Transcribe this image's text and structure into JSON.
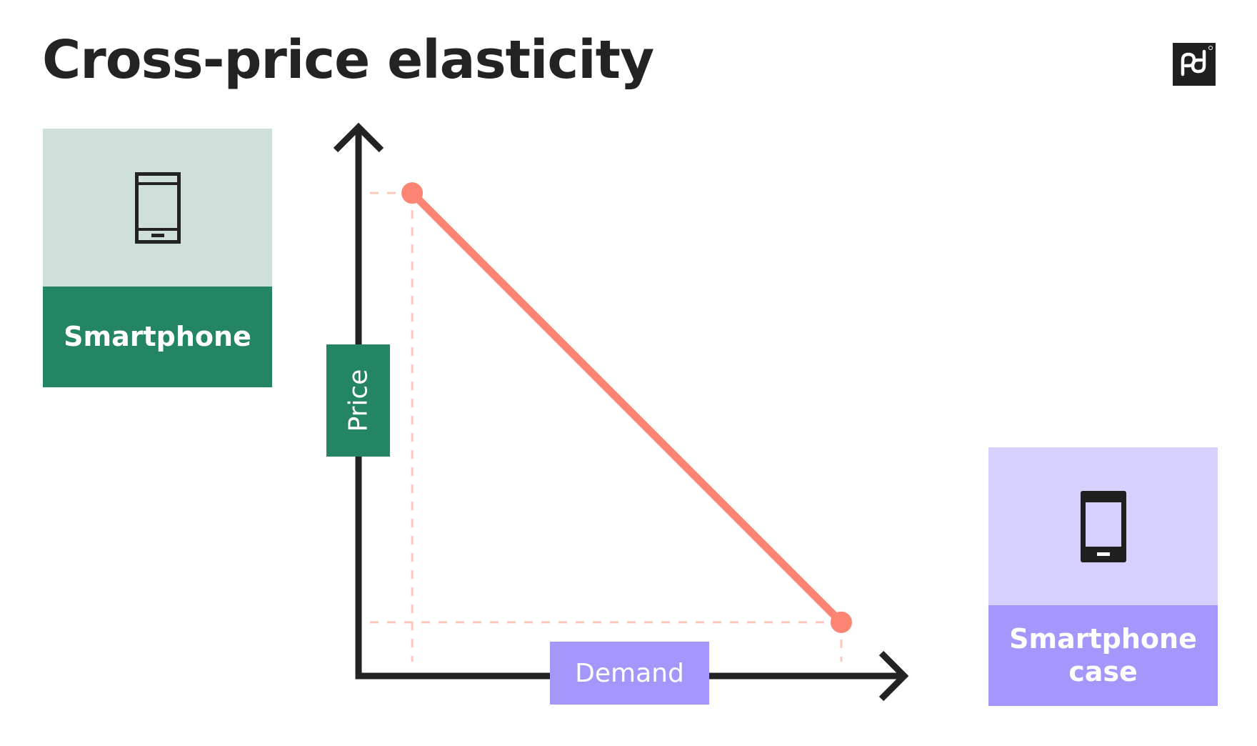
{
  "title": "Cross-price elasticity",
  "logo": {
    "icon": "pd-logo",
    "color": "#1f1f1f"
  },
  "cards": [
    {
      "label": "Smartphone",
      "icon": "smartphone-outline-icon",
      "top_color": "#cfe0da",
      "bottom_color": "#238564"
    },
    {
      "label": "Smartphone\ncase",
      "icon": "smartphone-filled-icon",
      "top_color": "#d6d0fe",
      "bottom_color": "#a497fb"
    }
  ],
  "chart_data": {
    "type": "line",
    "title": "",
    "xlabel": "Demand",
    "ylabel": "Price",
    "grid": false,
    "line_color": "#fb8472",
    "guide_color": "#fdc6bd",
    "axis_color": "#232323",
    "xlim": [
      0,
      10
    ],
    "ylim": [
      0,
      10
    ],
    "series": [
      {
        "x": [
          1,
          9
        ],
        "y": [
          9,
          1
        ]
      }
    ]
  }
}
